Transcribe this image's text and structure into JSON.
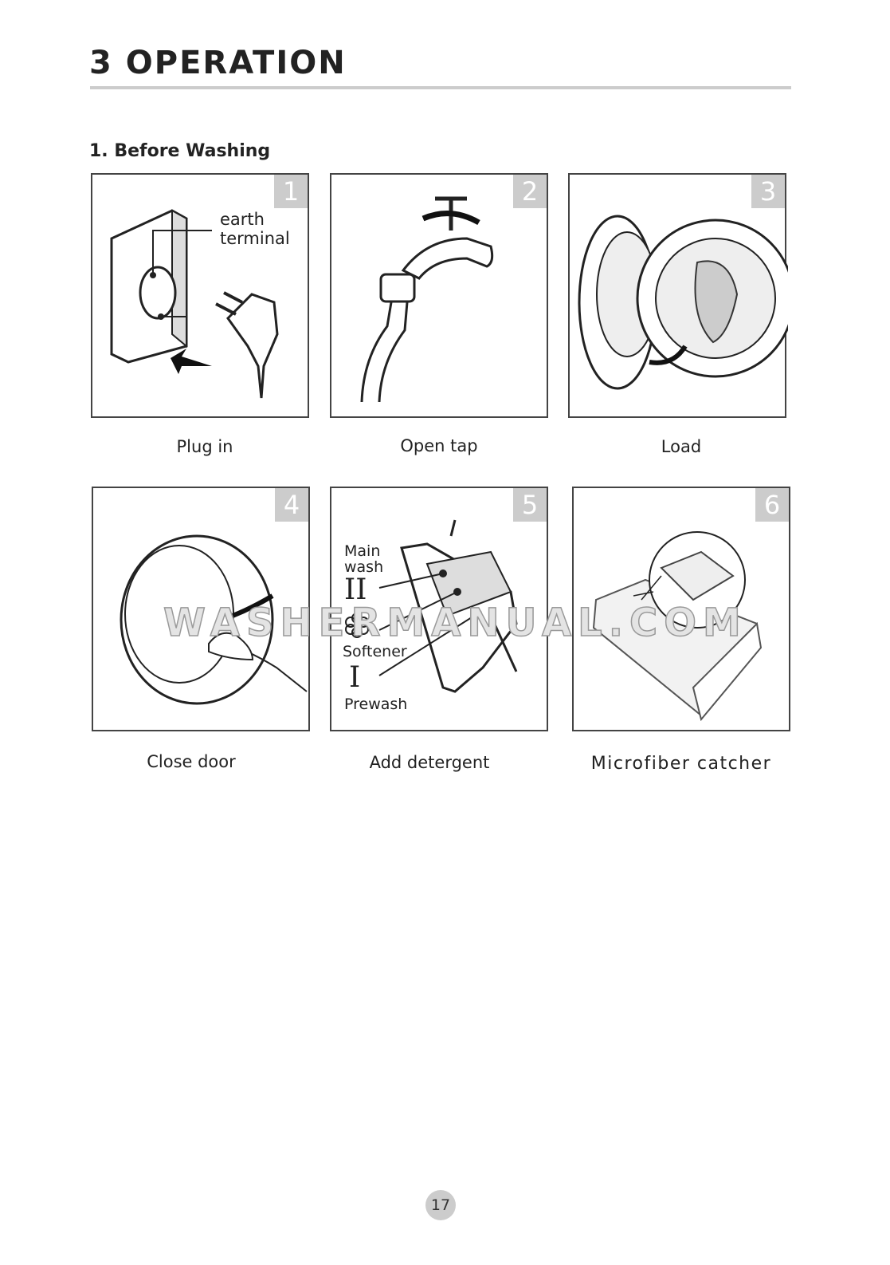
{
  "header": {
    "title": "3  OPERATION"
  },
  "section": {
    "title": "1. Before Washing"
  },
  "steps": [
    {
      "number": "1",
      "caption": "Plug in",
      "labels": [
        "earth",
        "terminal"
      ]
    },
    {
      "number": "2",
      "caption": "Open tap"
    },
    {
      "number": "3",
      "caption": "Load"
    },
    {
      "number": "4",
      "caption": "Close door"
    },
    {
      "number": "5",
      "caption": "Add detergent",
      "labels": [
        "Main",
        "wash",
        "II",
        "Softener",
        "I",
        "Prewash"
      ]
    },
    {
      "number": "6",
      "caption": "Microfiber catcher"
    }
  ],
  "watermark": "WASHERMANUAL.COM",
  "footer": {
    "page_number": "17"
  }
}
